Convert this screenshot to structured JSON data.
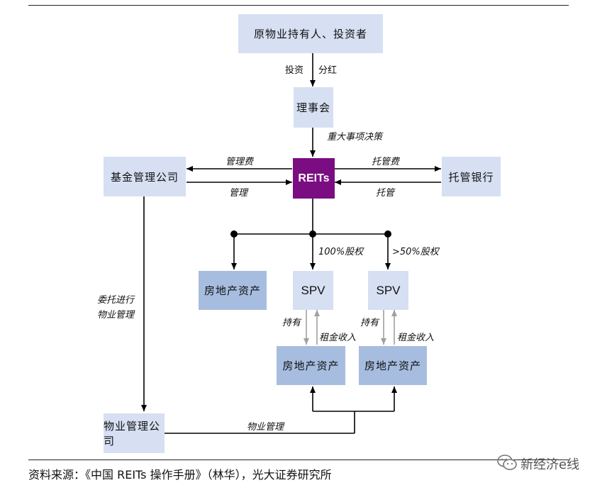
{
  "nodes": {
    "holders": "原物业持有人、投资者",
    "board": "理事会",
    "reits": "REITs",
    "fund_manager": "基金管理公司",
    "custodian": "托管银行",
    "property_left": "房地产资产",
    "spv1": "SPV",
    "spv2": "SPV",
    "property_mid": "房地产资产",
    "property_right": "房地产资产",
    "property_mgmt_co": "物业管理公司"
  },
  "edges": {
    "invest": "投资",
    "dividend": "分红",
    "major_decision": "重大事项决策",
    "mgmt_fee": "管理费",
    "management": "管理",
    "custody_fee": "托管费",
    "custody": "托管",
    "equity_100": "100%股权",
    "equity_50": ">50%股权",
    "hold1": "持有",
    "rent1": "租金收入",
    "hold2": "持有",
    "rent2": "租金收入",
    "entrust_line1": "委托进行",
    "entrust_line2": "物业管理",
    "property_mgmt": "物业管理"
  },
  "footer": {
    "source": "资料来源：《中国 REITs 操作手册》（林华），光大证券研究所"
  },
  "watermark": {
    "text": "新经济e线",
    "icon": "wechat-icon"
  },
  "colors": {
    "light_box": "#d6e0f2",
    "mid_box": "#a7bde0",
    "reits_box": "#7b0d82",
    "gray_arrow": "#a0a0a0"
  }
}
